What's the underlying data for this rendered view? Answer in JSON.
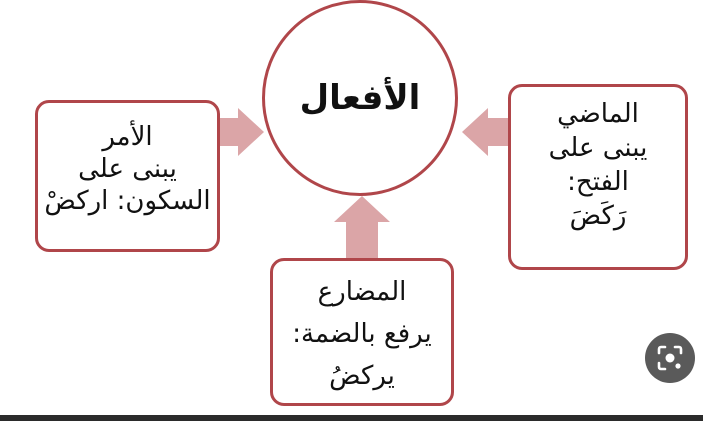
{
  "diagram": {
    "center": {
      "title": "الأفعال"
    },
    "amr": {
      "lines": [
        "الأمر",
        "يبنى على",
        "السكون: اركضْ"
      ]
    },
    "madi": {
      "lines": [
        "الماضي",
        "يبنى على",
        "الفتح:",
        "رَكَضَ"
      ]
    },
    "mudari": {
      "lines": [
        "المضارع",
        "يرفع بالضمة:",
        "يركضُ"
      ]
    },
    "colors": {
      "border": "#b0464a",
      "arrow": "#dba5a7",
      "background": "#ffffff"
    }
  },
  "overlay": {
    "lens_button_icon": "image-search-icon"
  }
}
